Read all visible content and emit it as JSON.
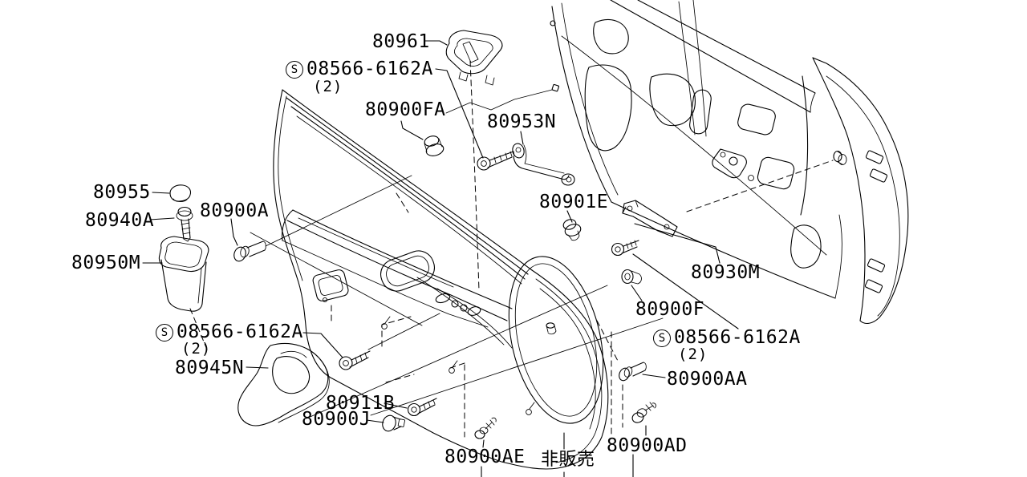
{
  "diagram": {
    "type": "exploded-parts-diagram",
    "subject": "front-door-trimming",
    "background": "#ffffff",
    "line_color": "#000000",
    "footnote": "非販売",
    "labels": {
      "p80961": "80961",
      "p80900FA": "80900FA",
      "p80953N": "80953N",
      "p80901E": "80901E",
      "p80955": "80955",
      "p80940A": "80940A",
      "p80900A": "80900A",
      "p80950M": "80950M",
      "p80945N": "80945N",
      "p80911B": "80911B",
      "p80900J": "80900J",
      "p80900AE": "80900AE",
      "p80900AD": "80900AD",
      "p80900AA": "80900AA",
      "p80930M": "80930M",
      "p80900F": "80900F"
    },
    "screw_labels": {
      "top": {
        "symbol": "S",
        "number": "08566-6162A",
        "qty": "(2)"
      },
      "left": {
        "symbol": "S",
        "number": "08566-6162A",
        "qty": "(2)"
      },
      "right": {
        "symbol": "S",
        "number": "08566-6162A",
        "qty": "(2)"
      }
    }
  }
}
